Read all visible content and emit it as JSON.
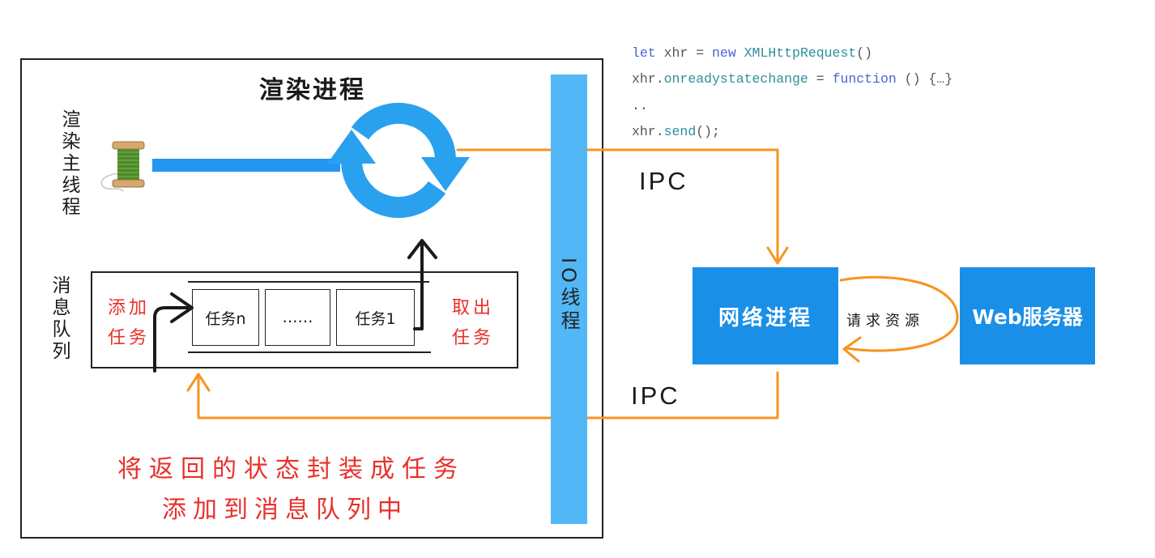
{
  "colors": {
    "box_blue": "#1a8fe7",
    "io_bar_blue": "#52b7f6",
    "refresh_icon_blue": "#2aa1ef",
    "thread_bar_blue": "#2196f3",
    "ipc_orange": "#f7941d",
    "annotation_red": "#e8302a",
    "code_keyword": "#4b63d6",
    "code_property": "#2e909a",
    "code_plain": "#555555"
  },
  "icons": {
    "main_thread": "thread-spool-icon",
    "event_loop": "refresh-cycle-icon"
  },
  "render_process": {
    "title": "渲染进程",
    "main_thread_label": "渲染主线程",
    "note_lines": [
      "将返回的状态封装成任务",
      "添加到消息队列中"
    ]
  },
  "message_queue": {
    "label": "消息队列",
    "add_task_lines": [
      "添加",
      "任务"
    ],
    "take_task_lines": [
      "取出",
      "任务"
    ],
    "tasks": [
      "任务n",
      "……",
      "任务1"
    ]
  },
  "io_thread": {
    "label": "IO线程"
  },
  "code": {
    "lines": [
      [
        "let",
        " xhr = ",
        "new ",
        "XMLHttpRequest",
        "()"
      ],
      [
        "xhr.",
        "onreadystatechange",
        " = ",
        "function",
        " () {…}"
      ],
      [
        ".."
      ],
      [
        "xhr.",
        "send",
        "();"
      ]
    ]
  },
  "ipc": {
    "request_label": "IPC",
    "response_label": "IPC"
  },
  "network_process": {
    "label": "网络进程",
    "request_resource_label": "请求资源"
  },
  "web_server": {
    "label": "Web服务器"
  }
}
